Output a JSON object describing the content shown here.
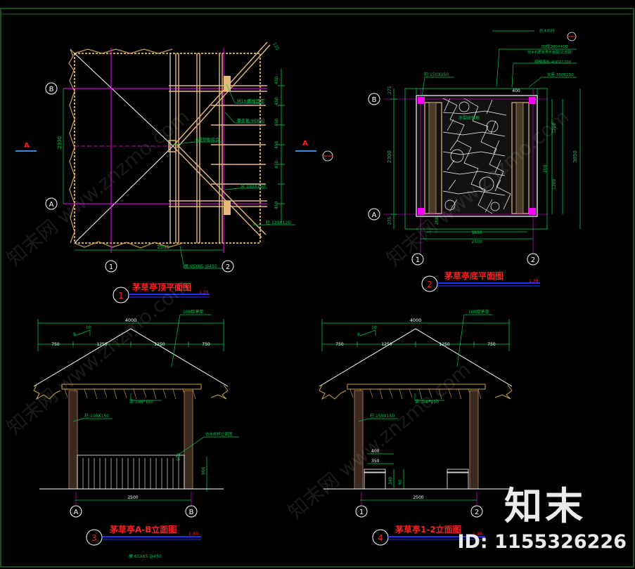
{
  "watermark": {
    "logo": "知末",
    "id": "ID: 1155326226",
    "diag": "知末网 www.znzmo.com"
  },
  "colors": {
    "line": "#ffffff",
    "dim": "#00c853",
    "beam": "#e8b87a",
    "axis": "#ff00ff",
    "red": "#ff2020",
    "blue": "#1e2fff",
    "yellow": "#ffff00",
    "thatch": "#c8a24a",
    "post": "#a06a4a"
  },
  "plan1": {
    "title": "茅草亭顶平面图",
    "scale": "1:30",
    "num": "1",
    "grid_a": "A",
    "grid_b": "B",
    "grid_1": "1",
    "grid_2": "2",
    "dim_2500": "2500",
    "dim_2300": "2300",
    "dim_450": "450",
    "dim_450b": "450",
    "dim_450c": "450",
    "dim_450d": "450",
    "dim_450e": "450",
    "dim_450f": "450",
    "dim_125": "125",
    "n_bolt": "M16螺栓固定",
    "n_tie": "檩条截:90X90",
    "n_rafter": "6厘钢板结合",
    "n_beam": "梁:150X150",
    "n_post": "柱:120X120",
    "n_purlin": "椽:65X65 @450",
    "sec": "A"
  },
  "plan2": {
    "title": "茅草亭底平面图",
    "scale": "1:30",
    "num": "2",
    "grid_a": "A",
    "grid_b": "B",
    "grid_1": "1",
    "grid_2": "2",
    "n_post": "柱:150X150",
    "n_top": "仿木栏杆",
    "n_seat": "50厚200X400",
    "n_seat2": "仿木石质条凳平面图(见详图)",
    "n_bench": "座椅面板:400X1200",
    "n_support": "支座:350X150",
    "n_pave": "冰裂纹铺地",
    "d_275": "275",
    "d_2300": "2300",
    "d_275b": "275",
    "d_400": "400",
    "d_1200": "1200",
    "d_1200b": "1200",
    "d_3050": "3050",
    "d_200": "200",
    "d_1650": "1650",
    "d_2500": "2500",
    "d_200b": "200"
  },
  "elev3": {
    "title": "茅草亭A-B立面图",
    "scale": "1:30",
    "num": "3",
    "grid_a": "A",
    "grid_b": "B",
    "d_4000": "4000",
    "d_750": "750",
    "d_1250": "1250",
    "d_1250b": "1250",
    "d_750b": "750",
    "d_2500": "2500",
    "n_roof": "100厚茅草",
    "n_beam": "梁:150*150",
    "n_post": "柱:150X150",
    "n_rail": "仿木栏杆立面图",
    "n_bottom": "椽:65X65 @450",
    "slope_a": "10",
    "slope_b": "8",
    "d_900": "900",
    "d_560": "560"
  },
  "elev4": {
    "title": "茅草亭1-2立面图",
    "scale": "1:30",
    "num": "4",
    "grid_1": "1",
    "grid_2": "2",
    "d_4000": "4000",
    "d_750": "750",
    "d_1250": "1250",
    "d_1250b": "1250",
    "d_750b": "750",
    "d_2500": "2500",
    "n_roof": "100厚茅草",
    "n_beam": "梁:150*150",
    "n_post": "柱:150X150",
    "d_400": "400",
    "d_350": "350",
    "slope_a": "10",
    "slope_b": "8",
    "d_340": "340",
    "d_60": "60"
  }
}
